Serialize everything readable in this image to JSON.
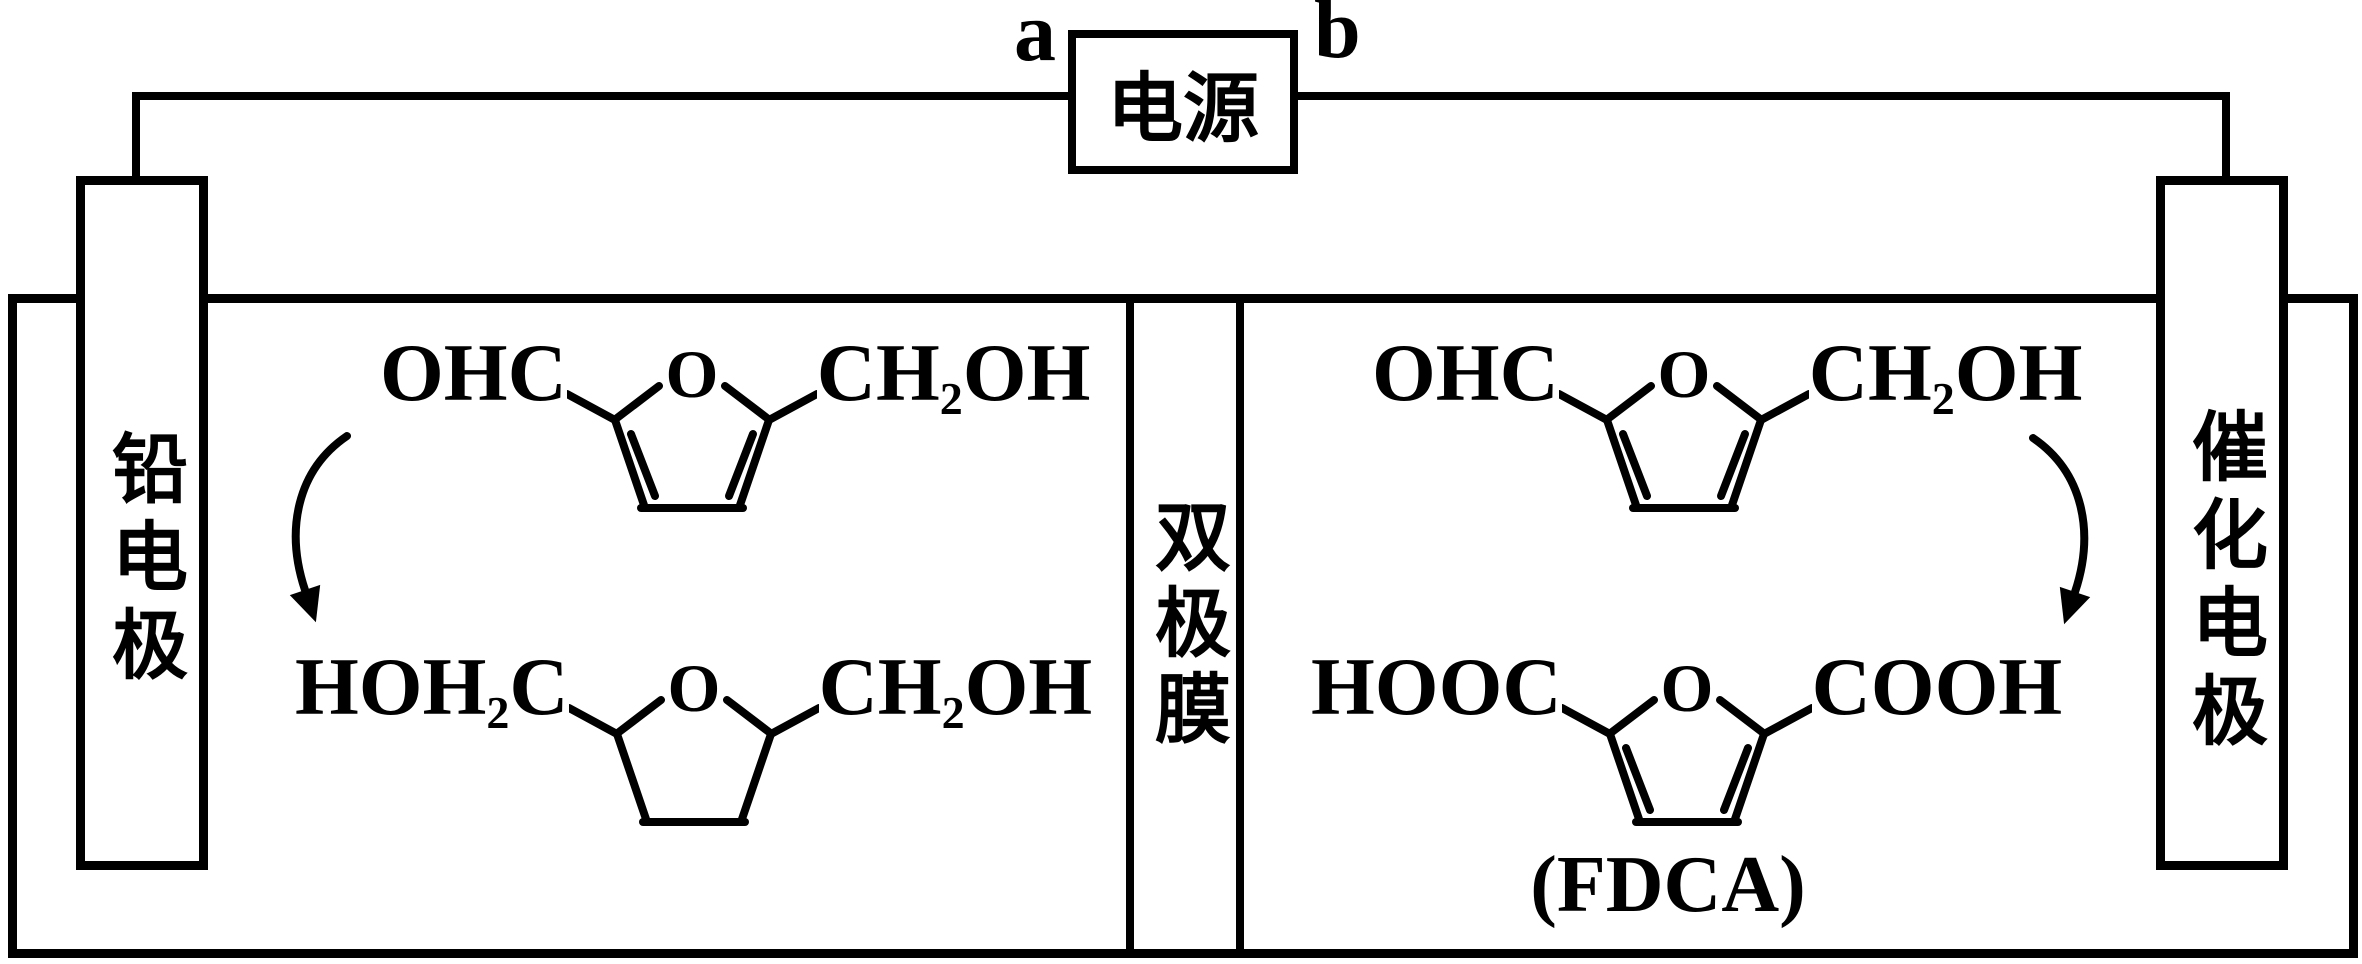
{
  "circuit": {
    "power_label": "电源",
    "terminal_a": "a",
    "terminal_b": "b"
  },
  "electrodes": {
    "left_label": "铅电极",
    "right_label": "催化电极"
  },
  "membrane": {
    "label": "双极膜"
  },
  "left_cell": {
    "reactant": {
      "left_group": "OHC",
      "ring_o": "O",
      "right_pre": "CH",
      "right_sub": "2",
      "right_post": "OH"
    },
    "product": {
      "left_pre": "HOH",
      "left_sub": "2",
      "left_post": "C",
      "ring_o": "O",
      "right_pre": "CH",
      "right_sub": "2",
      "right_post": "OH"
    }
  },
  "right_cell": {
    "reactant": {
      "left_group": "OHC",
      "ring_o": "O",
      "right_pre": "CH",
      "right_sub": "2",
      "right_post": "OH"
    },
    "product": {
      "left_group": "HOOC",
      "ring_o": "O",
      "right_group": "COOH",
      "caption": "(FDCA)"
    }
  },
  "colors": {
    "ink": "#000000",
    "background": "#ffffff"
  }
}
